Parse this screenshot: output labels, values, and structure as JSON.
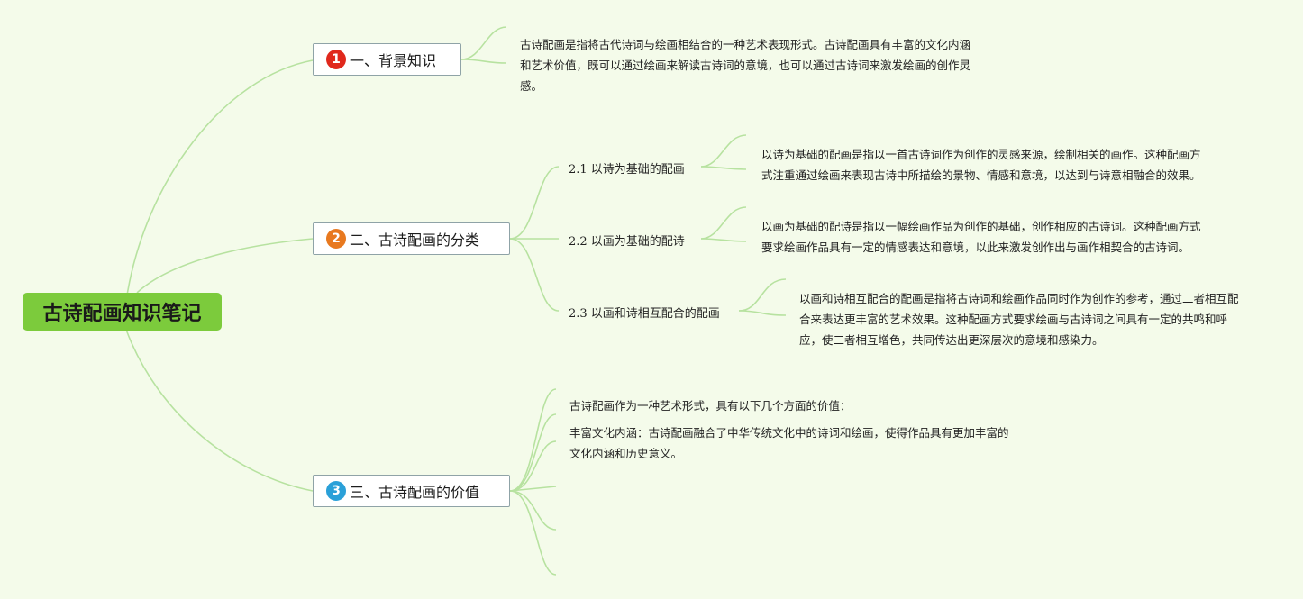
{
  "root": {
    "label": "古诗配画知识笔记"
  },
  "topics": [
    {
      "number": "1",
      "badge_color": "#e0281c",
      "label": "一、背景知识",
      "note": "古诗配画是指将古代诗词与绘画相结合的一种艺术表现形式。古诗配画具有丰富的文化内涵和艺术价值，既可以通过绘画来解读古诗词的意境，也可以通过古诗词来激发绘画的创作灵感。"
    },
    {
      "number": "2",
      "badge_color": "#e8791f",
      "label": "二、古诗配画的分类",
      "subtopics": [
        {
          "label": "2.1 以诗为基础的配画",
          "note": "以诗为基础的配画是指以一首古诗词作为创作的灵感来源，绘制相关的画作。这种配画方式注重通过绘画来表现古诗中所描绘的景物、情感和意境，以达到与诗意相融合的效果。"
        },
        {
          "label": "2.2 以画为基础的配诗",
          "note": "以画为基础的配诗是指以一幅绘画作品为创作的基础，创作相应的古诗词。这种配画方式要求绘画作品具有一定的情感表达和意境，以此来激发创作出与画作相契合的古诗词。"
        },
        {
          "label": "2.3 以画和诗相互配合的配画",
          "note": "以画和诗相互配合的配画是指将古诗词和绘画作品同时作为创作的参考，通过二者相互配合来表达更丰富的艺术效果。这种配画方式要求绘画与古诗词之间具有一定的共鸣和呼应，使二者相互增色，共同传达出更深层次的意境和感染力。"
        }
      ]
    },
    {
      "number": "3",
      "badge_color": "#2aa0d8",
      "label": "三、古诗配画的价值",
      "items": [
        "古诗配画作为一种艺术形式，具有以下几个方面的价值：",
        "丰富文化内涵：古诗配画融合了中华传统文化中的诗词和绘画，使得作品具有更加丰富的文化内涵和历史意义。"
      ]
    }
  ]
}
